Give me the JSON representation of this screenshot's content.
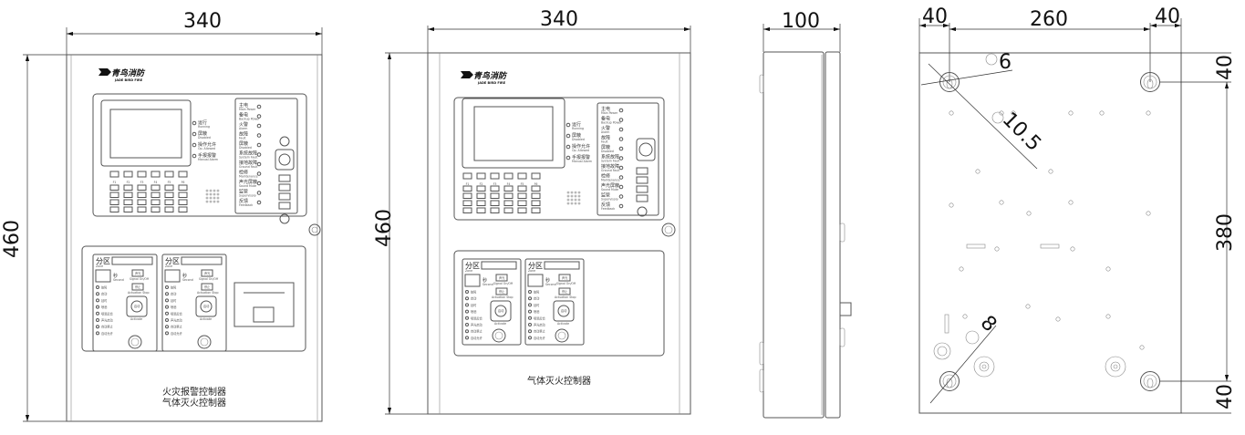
{
  "dimensions": {
    "front1_width": "340",
    "front1_height": "460",
    "front2_width": "340",
    "front2_height": "460",
    "side_depth": "100",
    "back_left_offset": "40",
    "back_span": "260",
    "back_right_offset": "40",
    "back_top_offset": "40",
    "back_v_span": "380",
    "back_bottom_offset": "40",
    "hole_slot_width": "6",
    "hole_diameter": "10.5",
    "hole_small": "8"
  },
  "brand": {
    "name_cn": "青鸟消防",
    "name_en": "JADE BIRD FIRE"
  },
  "front1": {
    "title_line1": "火灾报警控制器",
    "title_line2": "气体灭火控制器"
  },
  "front2": {
    "title": "气体灭火控制器"
  },
  "panel": {
    "fkeys": [
      "F1",
      "F2",
      "F3",
      "F4",
      "F5",
      "F6"
    ],
    "status_leds": [
      {
        "cn": "运行",
        "en": "Running"
      },
      {
        "cn": "屏蔽",
        "en": "Disabled"
      },
      {
        "cn": "操作允许",
        "en": "Op. Allowed"
      },
      {
        "cn": "手报报警",
        "en": "Manual Alarm"
      }
    ],
    "right_leds": [
      {
        "cn": "主电",
        "en": "Main Power"
      },
      {
        "cn": "备电",
        "en": "Backup Power"
      },
      {
        "cn": "火警",
        "en": "Alarm"
      },
      {
        "cn": "故障",
        "en": "Fault"
      },
      {
        "cn": "屏蔽",
        "en": "Disabled"
      },
      {
        "cn": "系统故障",
        "en": "System Fault"
      },
      {
        "cn": "接地故障",
        "en": "Ground Fault"
      },
      {
        "cn": "检修",
        "en": "Maintenance"
      },
      {
        "cn": "声光屏蔽",
        "en": "Sound Mute"
      },
      {
        "cn": "监管",
        "en": "Supervisory"
      },
      {
        "cn": "反馈",
        "en": "Feedback"
      }
    ]
  },
  "zone_module": {
    "zone_cn": "分区",
    "zone_en": "Zone",
    "second_cn": "秒",
    "second_en": "Second",
    "signal_btn": "声光",
    "signal_en": "Signal On/Off",
    "stop_btn": "停止",
    "stop_en": "Actuation Stop",
    "activate_btn": "启动",
    "activate_en": "Activate",
    "leds": [
      "故障",
      "启动",
      "延时",
      "喷洒",
      "喷洒反馈",
      "声光启动",
      "自动禁止",
      "自动允许"
    ]
  }
}
